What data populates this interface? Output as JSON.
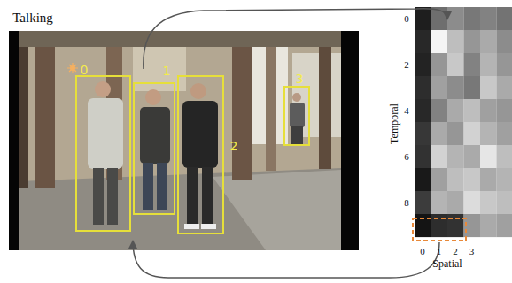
{
  "diagram": {
    "nodes": [
      {
        "text": [
          "0"
        ]
      },
      {
        "text": [
          "1"
        ]
      },
      {
        "text": [
          "2"
        ]
      },
      {
        "text": [
          "3"
        ]
      }
    ],
    "labels": [
      "Talking",
      "0",
      "2",
      "4",
      "6",
      "8",
      "Temporal",
      "0",
      "1",
      "2",
      "3",
      "Spatial"
    ]
  }
}
